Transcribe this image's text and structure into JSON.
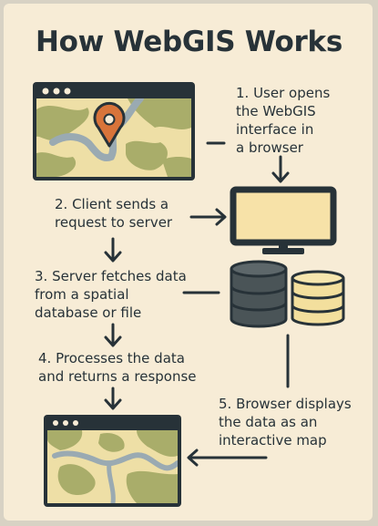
{
  "title": "How WebGIS Works",
  "steps": {
    "step1": "1. User opens\nthe WebGIS\ninterface in\na browser",
    "step2": "2. Client sends a\nrequest to server",
    "step3": "3. Server fetches data\nfrom a spatial\ndatabase or file",
    "step4": "4. Processes the data\nand returns a response",
    "step5": "5. Browser displays\nthe data as an\ninteractive map"
  },
  "colors": {
    "background": "#f7ecd6",
    "dark": "#273238",
    "map_land": "#eedfa6",
    "map_green": "#a9ad6a",
    "river": "#9aaab2",
    "pin": "#d8743a",
    "screen": "#f7e2a8",
    "database_light": "#f3df9d",
    "database_dark": "#4a5457"
  },
  "icons": [
    "browser-window-icon",
    "map-pin-icon",
    "monitor-icon",
    "database-icon",
    "browser-map-icon",
    "arrow-icon"
  ]
}
